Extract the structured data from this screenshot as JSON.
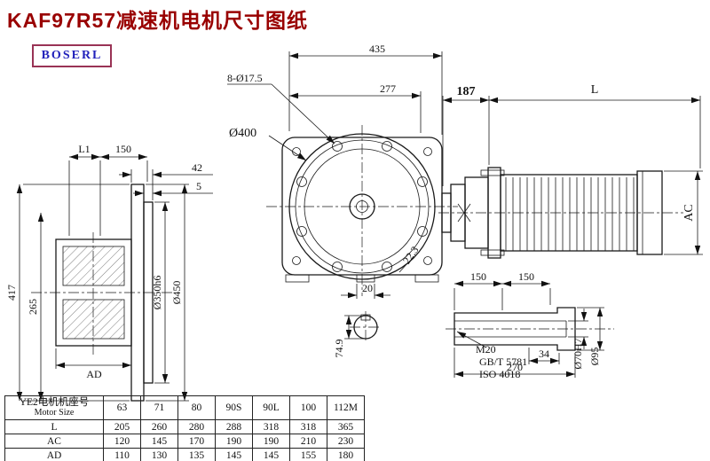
{
  "title": "KAF97R57减速机电机尺寸图纸",
  "logo": "BOSERL",
  "colors": {
    "title": "#990000",
    "logo_text": "#2222bb",
    "logo_border": "#993355",
    "line": "#1a1a1a"
  },
  "dims": {
    "top_width": "435",
    "bolt_holes": "8-Ø17.5",
    "mid_width": "277",
    "adapter_len": "187",
    "motor_len": "L",
    "motor_od": "AC",
    "l1": "L1",
    "top_150": "150",
    "flange_t": "42",
    "spigot_t": "5",
    "flange_circle": "Ø400",
    "height": "417",
    "center_height": "265",
    "ad": "AD",
    "spigot_dia": "Ø350h6",
    "flange_od": "Ø450",
    "slot": "20",
    "key_height": "74.9",
    "shaft_150a": "150",
    "shaft_150b": "150",
    "thread": "M20",
    "std1": "GB/T 5781",
    "std2": "ISO 4018",
    "end_len": "34",
    "shaft_len": "270",
    "bore": "Ø70H7",
    "hub_od": "Ø95",
    "chamfer": "22.3"
  },
  "table": {
    "header_cn": "YE2电机机座号",
    "header_en": "Motor Size",
    "sizes": [
      "63",
      "71",
      "80",
      "90S",
      "90L",
      "100",
      "112M"
    ],
    "rows": [
      {
        "label": "L",
        "values": [
          "205",
          "260",
          "280",
          "288",
          "318",
          "318",
          "365"
        ]
      },
      {
        "label": "AC",
        "values": [
          "120",
          "145",
          "170",
          "190",
          "190",
          "210",
          "230"
        ]
      },
      {
        "label": "AD",
        "values": [
          "110",
          "130",
          "135",
          "145",
          "145",
          "155",
          "180"
        ]
      }
    ]
  }
}
